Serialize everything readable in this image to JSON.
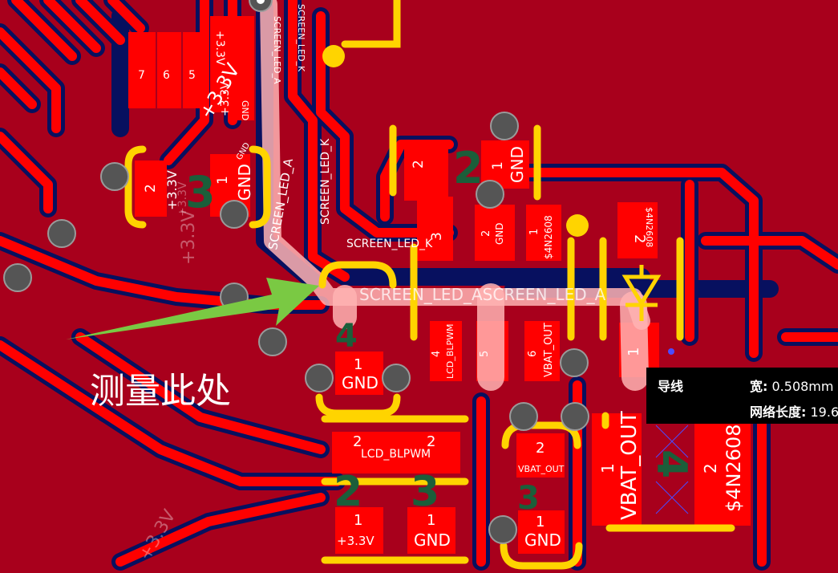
{
  "tooltip": {
    "name": "导线",
    "width_key": "宽:",
    "width_val": "0.508mm",
    "length_key": "网络长度:",
    "length_val": "19.6"
  },
  "annotation": "测量此处",
  "silk": {
    "pin7": "7",
    "pin6": "6",
    "pin5": "5",
    "v33_top": "+3.3V",
    "v33_mid": "+3.3V",
    "v33_rot": "+3.3V",
    "gnd_small": "GND",
    "gnd_small2": "GND",
    "c3_p2": "2",
    "c3_v": "+3.3V",
    "c3_p1": "1",
    "c3_gnd": "GND",
    "c3_num": "3",
    "net_led_k_top": "SCREEN_LED_K",
    "net_led_a_top": "SCREEN_LED_A",
    "net_led_k_mid": "SCREEN_LED_K",
    "net_led_k_h": "SCREEN_LED_K",
    "net_led_a_diag": "SCREEN_LED_A",
    "ic_p2": "2",
    "ic_p3": "3",
    "big2": "2",
    "r_p1": "1",
    "r_gnd": "GND",
    "r2_p2": "2",
    "r2_gnd": "GND",
    "r3_p1": "1",
    "r3_4n": "$4N2608",
    "d_p2": "2",
    "d_4n": "$4N2608",
    "trace_led_a": "SCREEN_LED_ASCREEN_LED_A",
    "p4_num": "4",
    "g1": "1",
    "g1_gnd": "GND",
    "ic_p4": "4",
    "ic_blpwm": "LCD_BLPWM",
    "ic_p5": "5",
    "ic_p6": "6",
    "ic_vbat": "VBAT_OUT",
    "d_p1": "1",
    "r_lcd_p2a": "2",
    "r_lcd_p2b": "2",
    "r_lcd_net": "LCD_BLPWM",
    "c_vb_p2": "2",
    "c_vb_net": "VBAT_OUT",
    "l_p1": "1",
    "l_vbat": "VBAT_OUT",
    "l_p2": "2",
    "l_4n": "$4N2608",
    "l_num": "4",
    "num2": "2",
    "num3": "3",
    "num3b": "3",
    "b1_p1": "1",
    "b1_v": "+3.3V",
    "b2_p1": "1",
    "b2_gnd": "GND",
    "b3_p1": "1",
    "b3_gnd": "GND",
    "bg_v1": "+3.3V",
    "bg_v2": "+3.3V",
    "bg_v3": "+3.3V"
  },
  "colors": {
    "board": "#a8001c",
    "copper": "#ff0000",
    "substrate": "#07105f",
    "silkscreen": "#ffd400",
    "highlight": "#ffb3b3",
    "via": "#555555",
    "arrow": "#7ac943",
    "refdes": "#1b5e3a"
  }
}
